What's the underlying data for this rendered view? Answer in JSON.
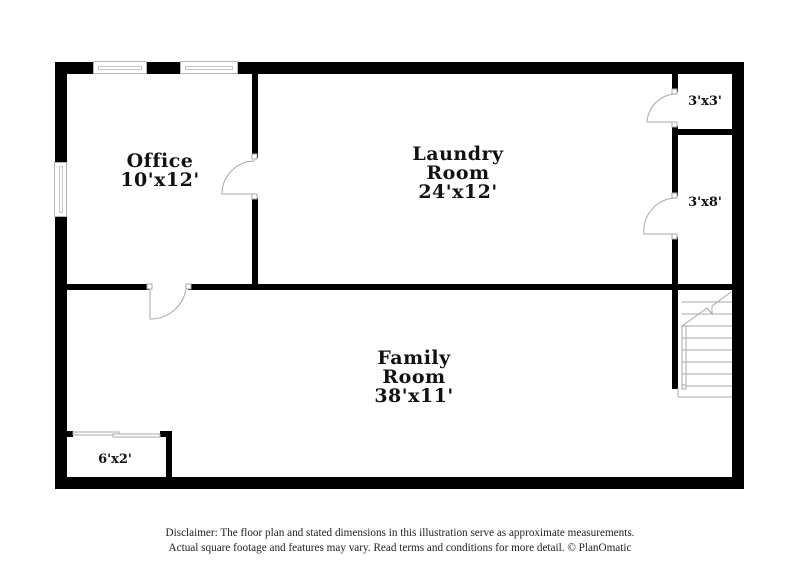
{
  "floor_plan": {
    "rooms": [
      {
        "id": "office",
        "name_lines": [
          "Office"
        ],
        "dimensions": "10'x12'"
      },
      {
        "id": "laundry",
        "name_lines": [
          "Laundry",
          "Room"
        ],
        "dimensions": "24'x12'"
      },
      {
        "id": "family",
        "name_lines": [
          "Family",
          "Room"
        ],
        "dimensions": "38'x11'"
      },
      {
        "id": "closet-top-right",
        "name_lines": [],
        "dimensions": "3'x3'"
      },
      {
        "id": "closet-mid-right",
        "name_lines": [],
        "dimensions": "3'x8'"
      },
      {
        "id": "closet-bottom-left",
        "name_lines": [],
        "dimensions": "6'x2'"
      }
    ],
    "features": {
      "windows": 3,
      "doors": 4,
      "sliding_doors": 1,
      "stairs": 1
    },
    "colors": {
      "wall": "#000000",
      "fixture_line": "#b5b5b5",
      "background": "#ffffff"
    }
  },
  "disclaimer": {
    "line1": "Disclaimer: The floor plan and stated dimensions in this illustration serve as approximate measurements.",
    "line2": "Actual square footage and features may vary. Read terms and conditions for more detail. © PlanOmatic"
  }
}
